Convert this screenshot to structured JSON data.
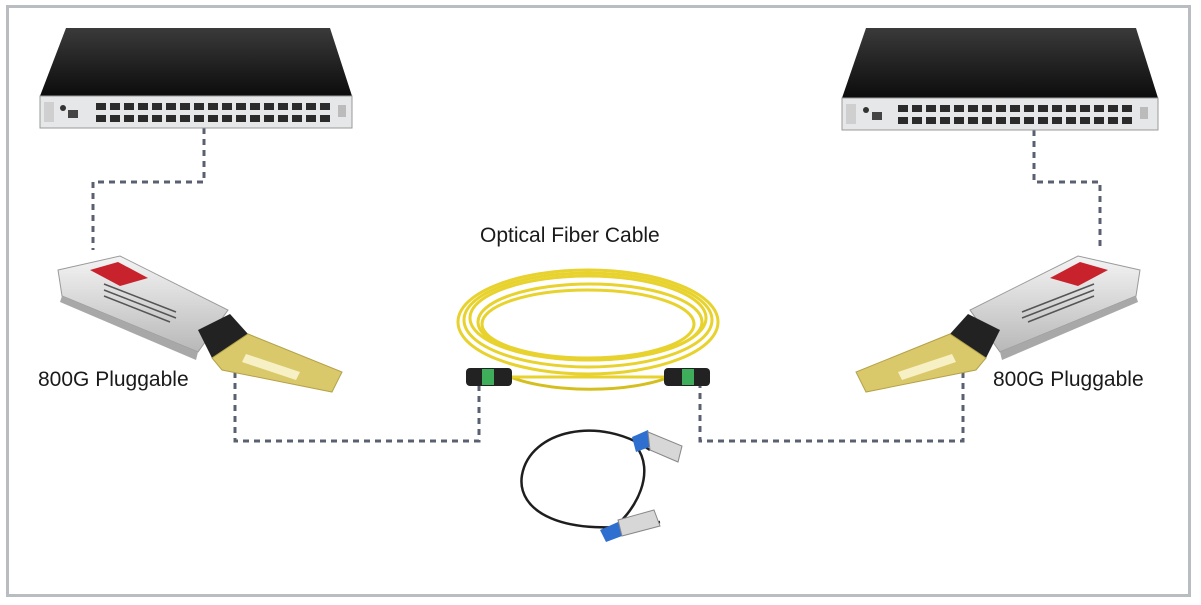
{
  "labels": {
    "cable": "Optical Fiber Cable",
    "left_module": "800G Pluggable",
    "right_module": "800G Pluggable"
  },
  "colors": {
    "frame": "#b9bcc1",
    "connector_dash": "#5a6070",
    "fiber": "#e8d22e",
    "pull_tab": "#d9c96a",
    "switch_body": "#141414",
    "mpo_connector": "#3fae5a"
  },
  "icons": {
    "left_switch": "network-switch-icon",
    "right_switch": "network-switch-icon",
    "left_module": "qsfp-transceiver-icon",
    "right_module": "qsfp-transceiver-icon",
    "fiber": "fiber-cable-icon",
    "dac": "dac-cable-icon"
  }
}
